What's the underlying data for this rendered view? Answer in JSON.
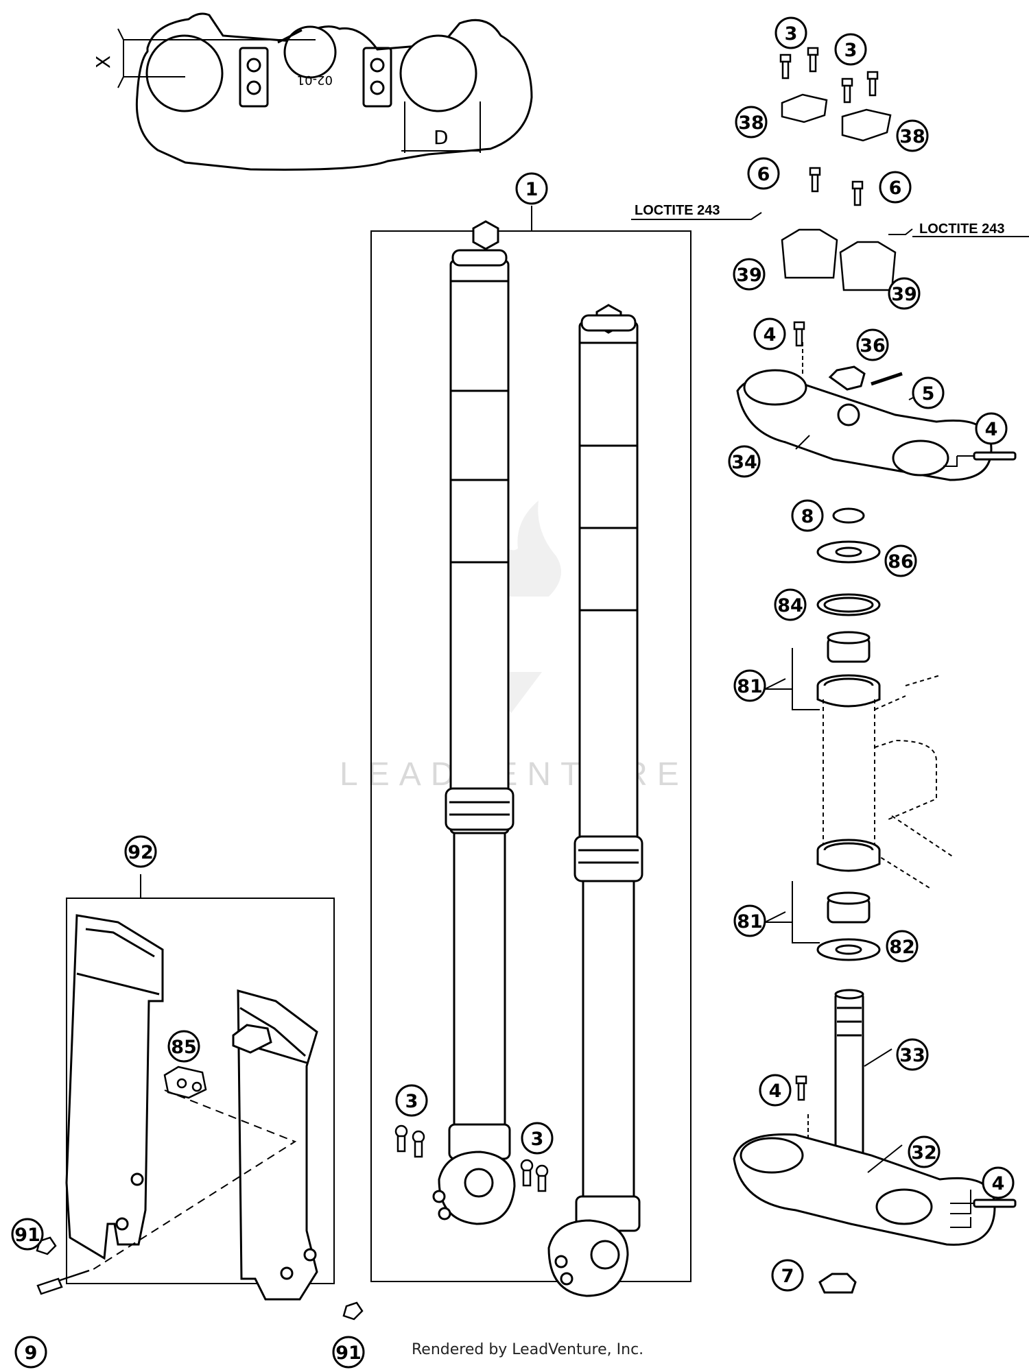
{
  "callouts": [
    {
      "id": "c1",
      "label": "1"
    },
    {
      "id": "c3a",
      "label": "3"
    },
    {
      "id": "c3b",
      "label": "3"
    },
    {
      "id": "c3c",
      "label": "3"
    },
    {
      "id": "c3d",
      "label": "3"
    },
    {
      "id": "c38a",
      "label": "38"
    },
    {
      "id": "c38b",
      "label": "38"
    },
    {
      "id": "c6a",
      "label": "6"
    },
    {
      "id": "c6b",
      "label": "6"
    },
    {
      "id": "c39a",
      "label": "39"
    },
    {
      "id": "c39b",
      "label": "39"
    },
    {
      "id": "c4a",
      "label": "4"
    },
    {
      "id": "c4b",
      "label": "4"
    },
    {
      "id": "c4c",
      "label": "4"
    },
    {
      "id": "c4d",
      "label": "4"
    },
    {
      "id": "c36",
      "label": "36"
    },
    {
      "id": "c5",
      "label": "5"
    },
    {
      "id": "c34",
      "label": "34"
    },
    {
      "id": "c8",
      "label": "8"
    },
    {
      "id": "c86",
      "label": "86"
    },
    {
      "id": "c84",
      "label": "84"
    },
    {
      "id": "c81a",
      "label": "81"
    },
    {
      "id": "c81b",
      "label": "81"
    },
    {
      "id": "c82",
      "label": "82"
    },
    {
      "id": "c33",
      "label": "33"
    },
    {
      "id": "c32",
      "label": "32"
    },
    {
      "id": "c7",
      "label": "7"
    },
    {
      "id": "c92",
      "label": "92"
    },
    {
      "id": "c85",
      "label": "85"
    },
    {
      "id": "c91a",
      "label": "91"
    },
    {
      "id": "c91b",
      "label": "91"
    },
    {
      "id": "c9",
      "label": "9"
    }
  ],
  "notes": {
    "loctite_left": "LOCTITE 243",
    "loctite_right": "LOCTITE 243"
  },
  "dimensions": {
    "x_label": "X",
    "d_label": "D"
  },
  "clamp_marking": "02-01",
  "watermark": "LEADVENTURE",
  "footer": "Rendered by LeadVenture, Inc."
}
